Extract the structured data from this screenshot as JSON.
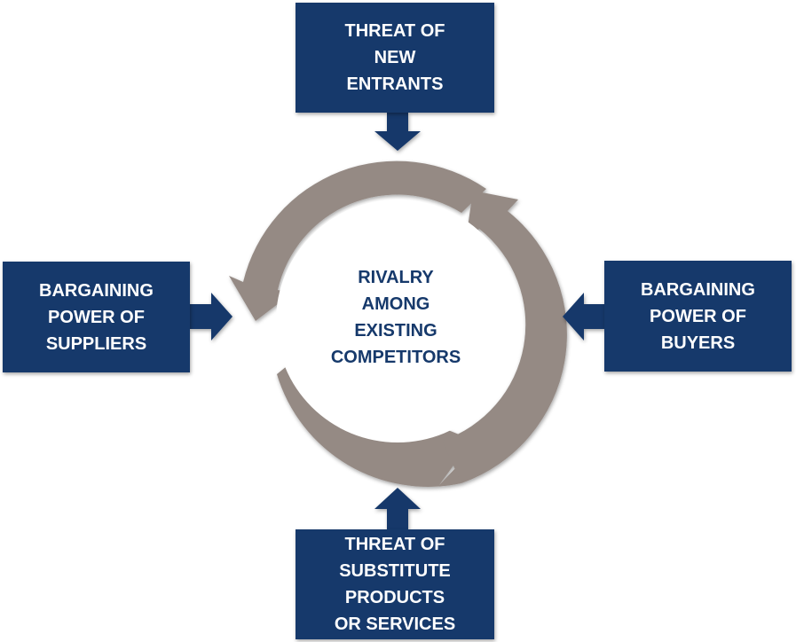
{
  "colors": {
    "box_fill": "#16396b",
    "box_text": "#ffffff",
    "cycle_fill": "#958a84",
    "center_text": "#16396b"
  },
  "forces": {
    "top": {
      "lines": [
        "THREAT OF",
        "NEW",
        "ENTRANTS"
      ],
      "arrow": "down"
    },
    "left": {
      "lines": [
        "BARGAINING",
        "POWER OF",
        "SUPPLIERS"
      ],
      "arrow": "right"
    },
    "right": {
      "lines": [
        "BARGAINING",
        "POWER OF",
        "BUYERS"
      ],
      "arrow": "left"
    },
    "bottom": {
      "lines": [
        "THREAT OF",
        "SUBSTITUTE",
        "PRODUCTS",
        "OR SERVICES"
      ],
      "arrow": "up"
    }
  },
  "center": {
    "lines": [
      "RIVALRY",
      "AMONG",
      "EXISTING",
      "COMPETITORS"
    ]
  }
}
